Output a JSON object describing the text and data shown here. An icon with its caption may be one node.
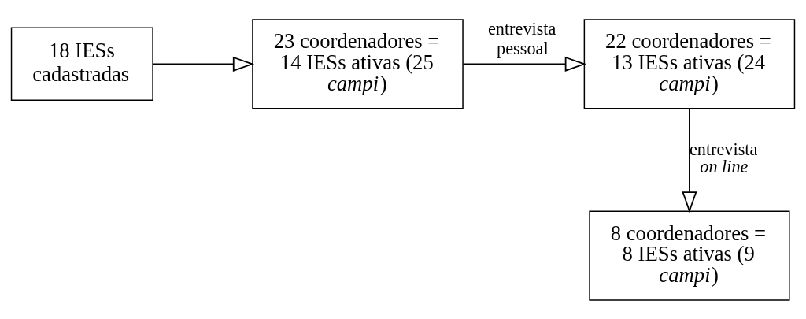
{
  "diagram": {
    "nodes": [
      {
        "text": [
          "18 IESs cadastradas"
        ]
      },
      {
        "text": [
          "23 coordenadores = 14 IESs ativas (25 *campi*)"
        ]
      },
      {
        "text": [
          "22 coordenadores = 13 IESs ativas (24 *campi*)"
        ]
      },
      {
        "text": [
          "8 coordenadores = 8 IESs ativas (9 *campi*)"
        ]
      }
    ],
    "edges": [
      {
        "from": 0,
        "to": 1,
        "arrow": "to"
      },
      {
        "from": 1,
        "to": 2,
        "arrow": "to",
        "label": "entrevista pessoal"
      },
      {
        "from": 2,
        "to": 3,
        "arrow": "to",
        "label": "entrevista *on line*"
      }
    ]
  }
}
